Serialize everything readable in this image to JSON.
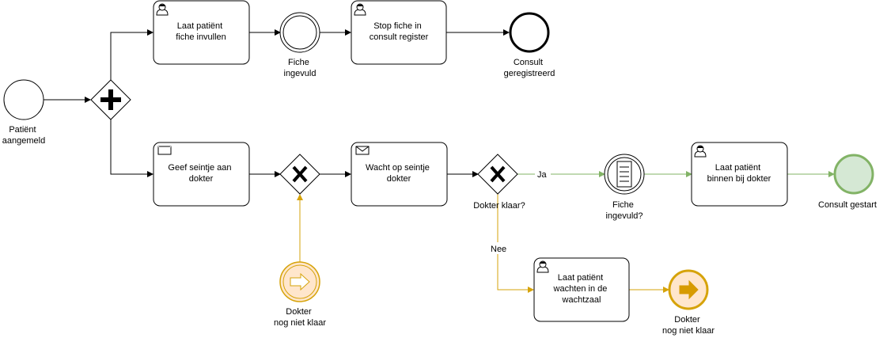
{
  "colors": {
    "default_line": "#000000",
    "green_line": "#82b366",
    "green_fill": "#d5e8d4",
    "orange_line": "#d6a30a",
    "orange_fill": "#ffe6cc",
    "orange_marker": "#d79b00"
  },
  "events": {
    "start_registered": {
      "label": [
        "Patiënt",
        "aangemeld"
      ]
    },
    "intermediate_form_filled": {
      "label": [
        "Fiche",
        "ingevuld"
      ]
    },
    "end_consult_registered": {
      "label": [
        "Consult",
        "geregistreerd"
      ]
    },
    "catch_form_filled_condition": {
      "label": [
        "Fiche",
        "ingevuld?"
      ]
    },
    "end_consult_started": {
      "label": [
        "Consult gestart"
      ]
    },
    "start_doctor_not_ready": {
      "label": [
        "Dokter",
        "nog niet klaar"
      ]
    },
    "end_doctor_not_ready": {
      "label": [
        "Dokter",
        "nog niet klaar"
      ]
    }
  },
  "tasks": {
    "let_patient_fill_form": {
      "icon": "user-task-icon",
      "label": [
        "Laat patiënt",
        "fiche invullen"
      ]
    },
    "put_form_in_register": {
      "icon": "user-task-icon",
      "label": [
        "Stop fiche in",
        "consult register"
      ]
    },
    "notify_doctor": {
      "icon": "send-message-icon",
      "label": [
        "Geef seintje aan",
        "dokter"
      ]
    },
    "wait_for_signal": {
      "icon": "receive-message-icon",
      "label": [
        "Wacht op seintje",
        "dokter"
      ]
    },
    "let_patient_in": {
      "icon": "user-task-icon",
      "label": [
        "Laat patiënt",
        "binnen bij dokter"
      ]
    },
    "let_patient_wait": {
      "icon": "user-task-icon",
      "label": [
        "Laat patiënt",
        "wachten in de",
        "wachtzaal"
      ]
    }
  },
  "gateways": {
    "parallel_split": {
      "type": "parallel",
      "label": ""
    },
    "exclusive_merge": {
      "type": "exclusive",
      "label": ""
    },
    "exclusive_doctor_ready": {
      "type": "exclusive",
      "label": "Dokter klaar?"
    }
  },
  "flow_labels": {
    "yes": "Ja",
    "no": "Nee"
  }
}
